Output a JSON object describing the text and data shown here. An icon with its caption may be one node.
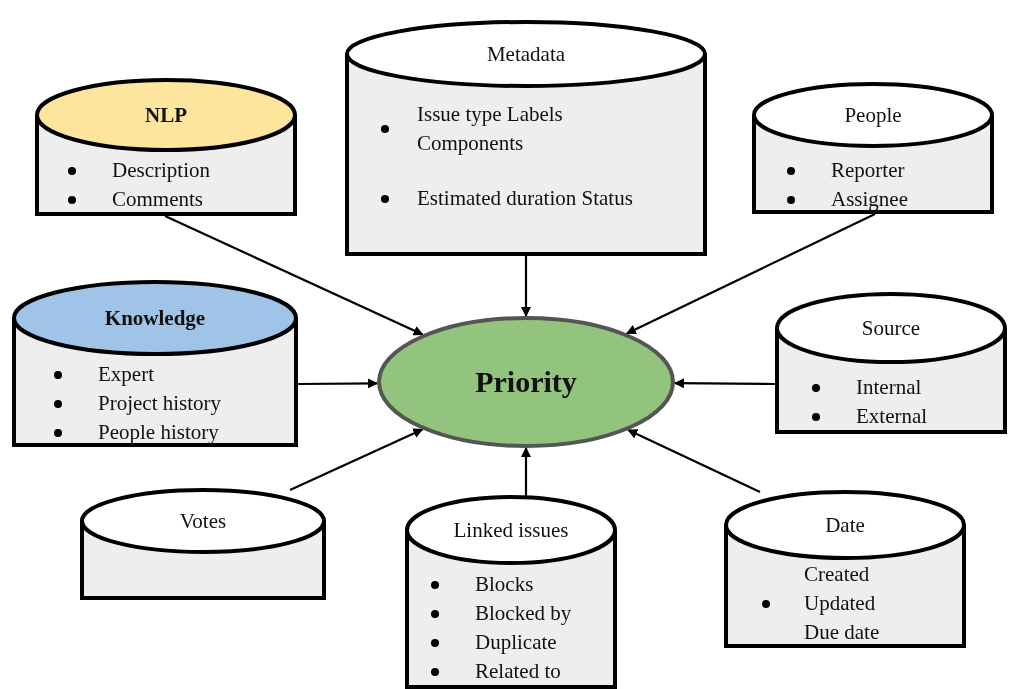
{
  "diagram": {
    "nodes": [
      {
        "text": [
          "Metadata",
          "Issue type Labels Components",
          "Estimated duration Status"
        ]
      },
      {
        "text": [
          "NLP",
          "Description",
          "Comments"
        ]
      },
      {
        "text": [
          "People",
          "Reporter",
          "Assignee"
        ]
      },
      {
        "text": [
          "Knowledge",
          "Expert",
          "Project history",
          "People history"
        ]
      },
      {
        "text": [
          "Source",
          "Internal",
          "External"
        ]
      },
      {
        "text": [
          "Priority"
        ]
      },
      {
        "text": [
          "Votes"
        ]
      },
      {
        "text": [
          "Linked issues",
          "Blocks",
          "Blocked by",
          "Duplicate",
          "Related to"
        ]
      },
      {
        "text": [
          "Date",
          "Created Updated Due date"
        ]
      }
    ],
    "edges": [
      {
        "from": 1,
        "to": 5,
        "arrow": "to"
      },
      {
        "from": 0,
        "to": 5,
        "arrow": "to"
      },
      {
        "from": 2,
        "to": 5,
        "arrow": "to"
      },
      {
        "from": 3,
        "to": 5,
        "arrow": "to"
      },
      {
        "from": 4,
        "to": 5,
        "arrow": "to"
      },
      {
        "from": 6,
        "to": 5,
        "arrow": "to"
      },
      {
        "from": 7,
        "to": 5,
        "arrow": "to"
      },
      {
        "from": 8,
        "to": 5,
        "arrow": "to"
      }
    ]
  }
}
